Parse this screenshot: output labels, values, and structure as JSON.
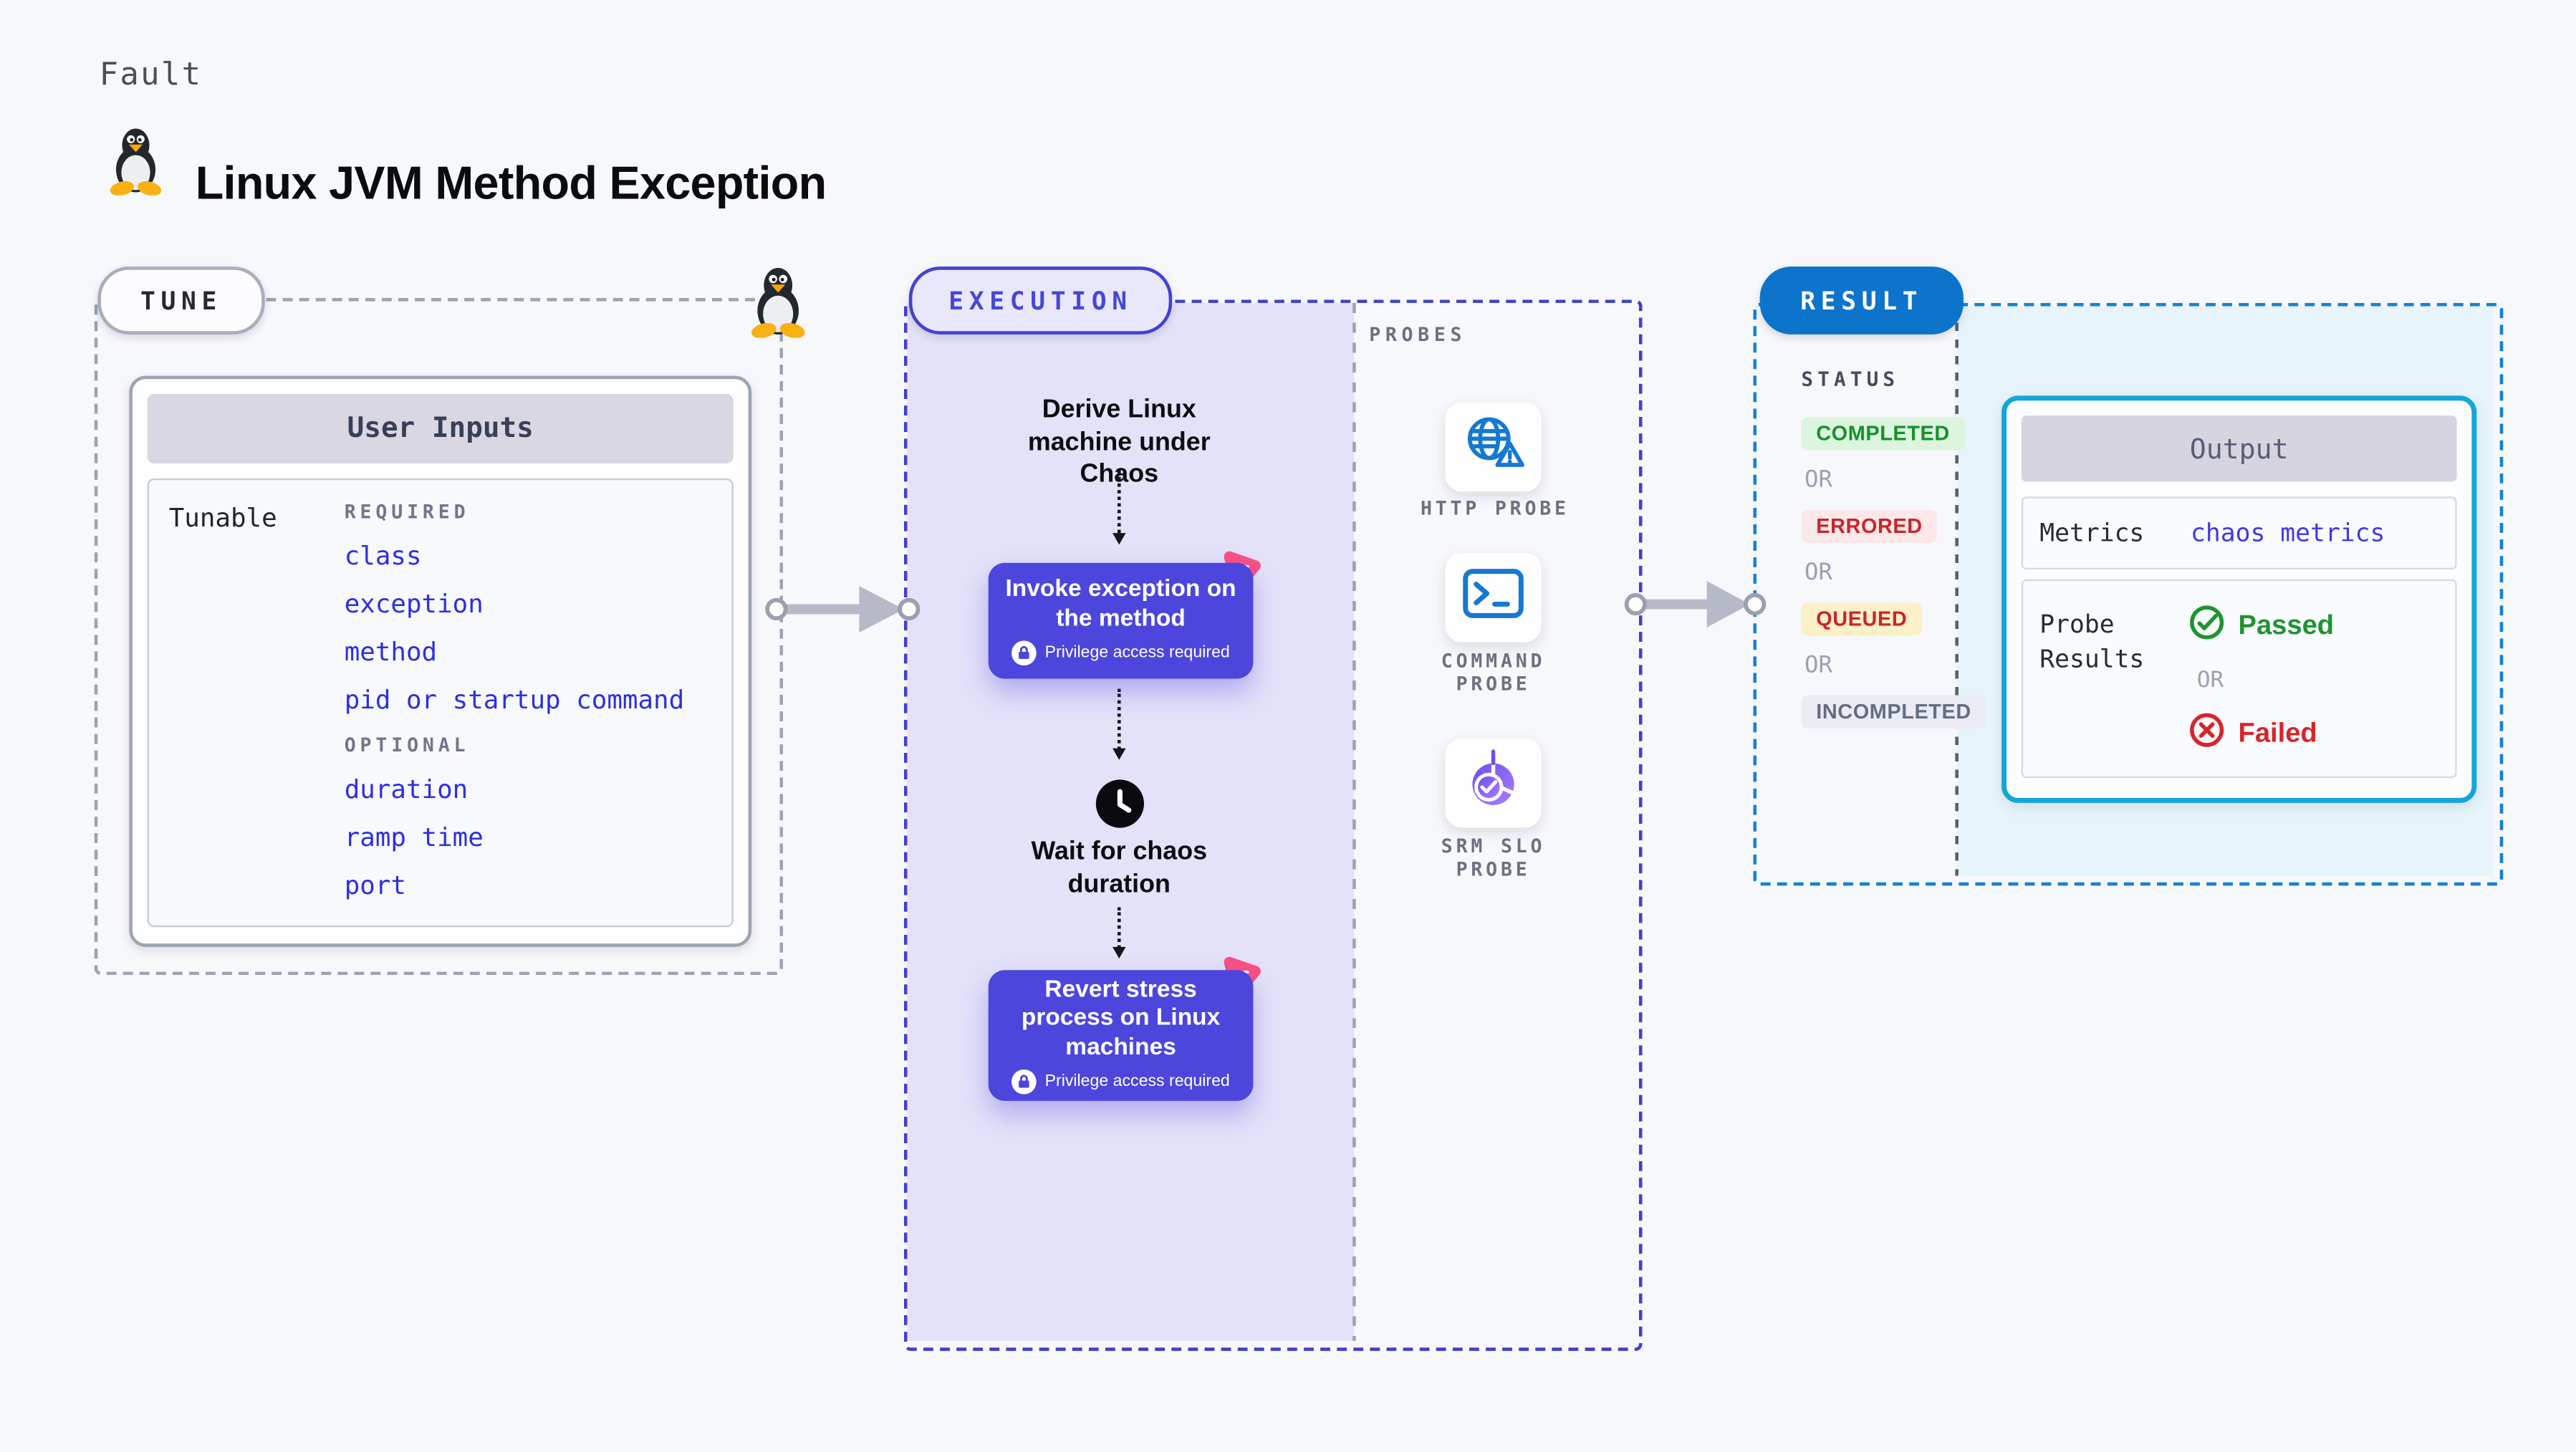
{
  "page": {
    "eyebrow": "Fault",
    "title": "Linux JVM Method Exception"
  },
  "tune": {
    "pill": "TUNE",
    "card_title": "User Inputs",
    "row_label": "Tunable",
    "required_label": "REQUIRED",
    "required_items": [
      "class",
      "exception",
      "method",
      "pid or startup command"
    ],
    "optional_label": "OPTIONAL",
    "optional_items": [
      "duration",
      "ramp time",
      "port"
    ]
  },
  "execution": {
    "pill": "EXECUTION",
    "steps": {
      "derive": "Derive Linux machine under Chaos",
      "invoke": {
        "title": "Invoke exception on the method",
        "note": "Privilege access required"
      },
      "wait": "Wait for chaos duration",
      "revert": {
        "title": "Revert stress process on Linux machines",
        "note": "Privilege access required"
      }
    }
  },
  "probes": {
    "label": "PROBES",
    "items": [
      {
        "name": "HTTP PROBE",
        "icon": "globe-warning-icon"
      },
      {
        "name": "COMMAND PROBE",
        "icon": "terminal-icon"
      },
      {
        "name": "SRM SLO PROBE",
        "icon": "slo-gauge-icon"
      }
    ]
  },
  "result": {
    "pill": "RESULT",
    "status_label": "STATUS",
    "or_label": "OR",
    "statuses": [
      {
        "label": "COMPLETED",
        "style": "green"
      },
      {
        "label": "ERRORED",
        "style": "red-pink"
      },
      {
        "label": "QUEUED",
        "style": "red-yellow"
      },
      {
        "label": "INCOMPLETED",
        "style": "gray"
      }
    ],
    "output": {
      "title": "Output",
      "metrics_label": "Metrics",
      "metrics_value": "chaos metrics",
      "probe_results_label": "Probe Results",
      "passed": "Passed",
      "failed": "Failed"
    }
  },
  "colors": {
    "page_bg": "#F7F8FB",
    "execution_fill": "#E4E2F9",
    "execution_border": "#3F40D0",
    "action_button": "#4C46DD",
    "chaos_pink": "#F95183",
    "result_border": "#1581D6",
    "result_fill": "#E7F4FB",
    "result_pill": "#0C74CB",
    "output_border": "#14A5DC",
    "link_blue": "#2D2FE2",
    "probe_icon_blue": "#1678D2",
    "arrow_gray": "#B5B9C8",
    "passed_green": "#1F9431",
    "failed_red": "#D6252A"
  }
}
